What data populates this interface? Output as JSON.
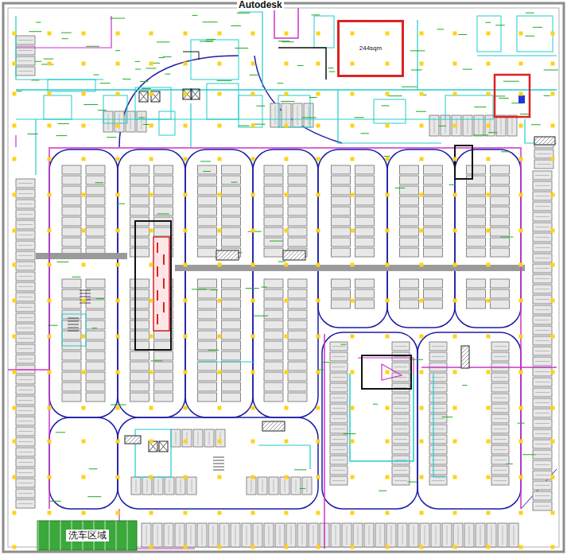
{
  "diagram": {
    "nodes": [
      {
        "text": [
          "244sqm"
        ]
      },
      {
        "text": [
          "洗车区域"
        ]
      }
    ],
    "labels": [
      "Autodesk"
    ]
  }
}
